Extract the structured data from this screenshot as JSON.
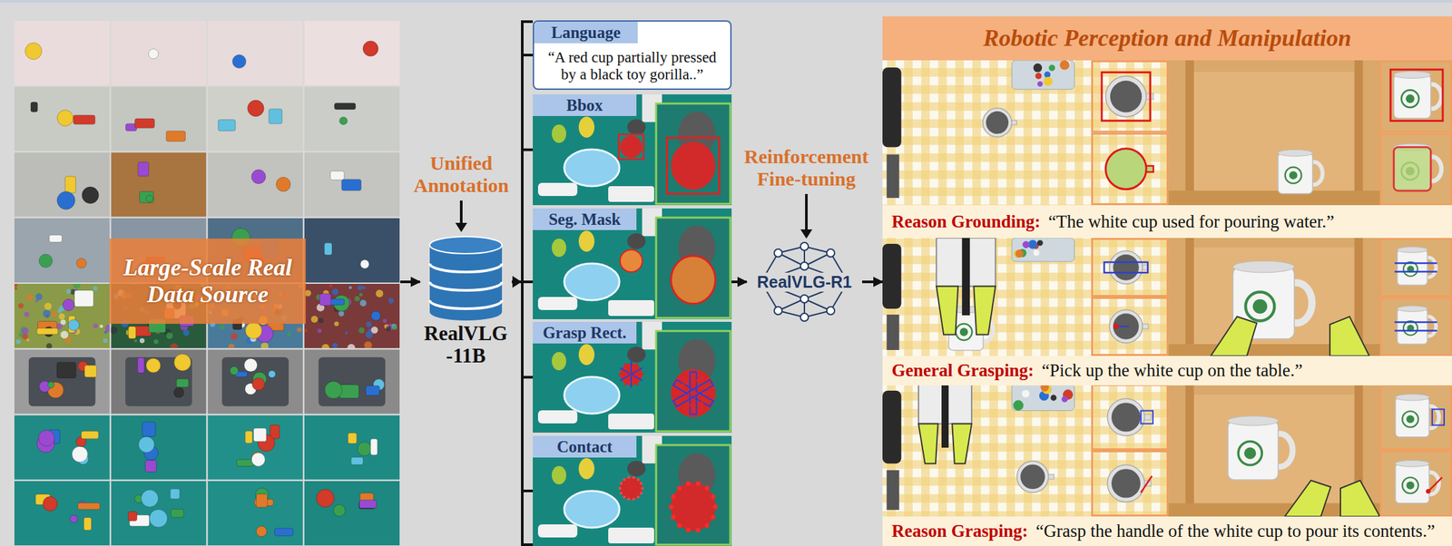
{
  "diagram": {
    "nodes": [
      {
        "text": [
          "Large-Scale Real Data Source"
        ]
      },
      {
        "text": [
          "RealVLG -11B"
        ]
      },
      {
        "text": [
          "Language",
          "“A red cup partially pressed by a black toy gorilla..”"
        ]
      },
      {
        "text": [
          "Bbox"
        ]
      },
      {
        "text": [
          "Seg. Mask"
        ]
      },
      {
        "text": [
          "Grasp Rect."
        ]
      },
      {
        "text": [
          "Contact"
        ]
      },
      {
        "text": [
          "RealVLG-R1"
        ]
      },
      {
        "text": [
          "Robotic Perception and Manipulation"
        ]
      },
      {
        "text": [
          "Reason Grounding:",
          "“The white cup used for pouring water.”"
        ],
        "in": 8
      },
      {
        "text": [
          "General Grasping:",
          "“Pick up the white cup on the table.”"
        ],
        "in": 8
      },
      {
        "text": [
          "Reason Grasping:",
          "“Grasp the handle of the white cup to pour its contents.”"
        ],
        "in": 8
      }
    ],
    "edges": [
      {
        "from": 0,
        "to": 1,
        "arrow": "to"
      },
      {
        "from": 1,
        "to": 2,
        "arrow": "none"
      },
      {
        "from": 1,
        "to": 3,
        "arrow": "none"
      },
      {
        "from": 1,
        "to": 4,
        "arrow": "none"
      },
      {
        "from": 1,
        "to": 5,
        "arrow": "none"
      },
      {
        "from": 1,
        "to": 6,
        "arrow": "none"
      },
      {
        "from": 4,
        "to": 7,
        "arrow": "to"
      },
      {
        "from": 7,
        "to": 8,
        "arrow": "to"
      }
    ],
    "labels": [
      "Unified Annotation",
      "Reinforcement Fine-tuning"
    ]
  }
}
